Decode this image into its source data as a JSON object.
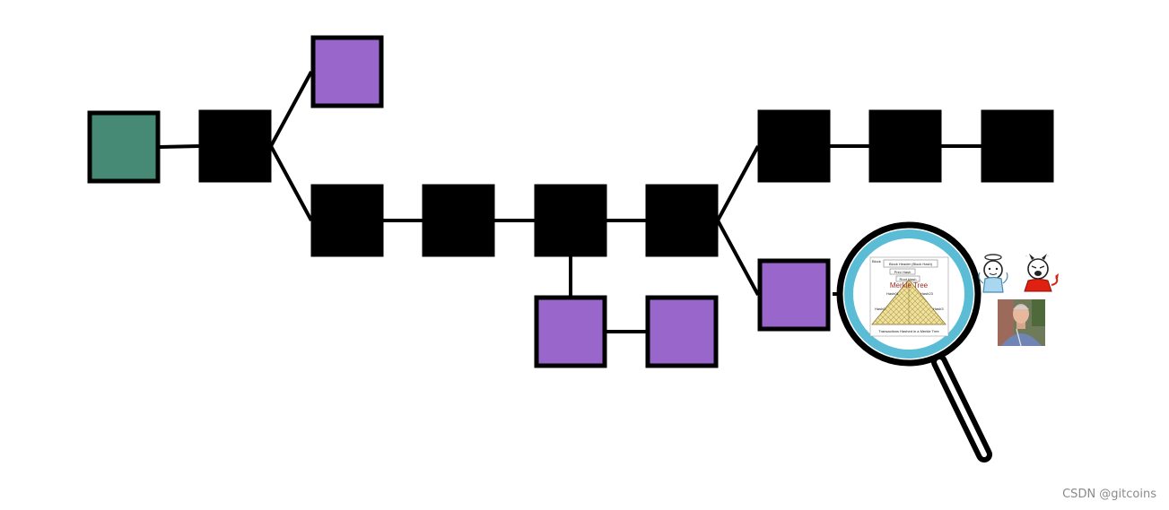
{
  "colors": {
    "genesis": "#468a75",
    "main_block": "#000000",
    "orphan_block": "#9966cc",
    "edge": "#000000",
    "magnifier_ring": "#5bbcd6",
    "magnifier_rim": "#000000",
    "pyramid_fill": "#eee2a0",
    "merkle_text": "#9a2a20",
    "caption_text": "#222222",
    "watermark": "#8a8a8a"
  },
  "diagram": {
    "blocks": [
      {
        "id": "genesis",
        "kind": "genesis"
      },
      {
        "id": "b1",
        "kind": "main"
      },
      {
        "id": "fork1",
        "kind": "orphan"
      },
      {
        "id": "b2",
        "kind": "main"
      },
      {
        "id": "b3",
        "kind": "main"
      },
      {
        "id": "b4",
        "kind": "main"
      },
      {
        "id": "b5",
        "kind": "main"
      },
      {
        "id": "fork2a",
        "kind": "orphan"
      },
      {
        "id": "fork2b",
        "kind": "orphan"
      },
      {
        "id": "t1",
        "kind": "main"
      },
      {
        "id": "t2",
        "kind": "main"
      },
      {
        "id": "t3",
        "kind": "main"
      },
      {
        "id": "inspected",
        "kind": "orphan"
      }
    ],
    "edges": [
      [
        "genesis",
        "b1"
      ],
      [
        "b1",
        "fork1"
      ],
      [
        "b1",
        "b2"
      ],
      [
        "b2",
        "b3"
      ],
      [
        "b3",
        "b4"
      ],
      [
        "b4",
        "b5"
      ],
      [
        "b4",
        "fork2a"
      ],
      [
        "fork2a",
        "fork2b"
      ],
      [
        "b5",
        "t1"
      ],
      [
        "t1",
        "t2"
      ],
      [
        "t2",
        "t3"
      ],
      [
        "b5",
        "inspected"
      ]
    ]
  },
  "inset": {
    "block_label": "Block",
    "header_label": "Block Header (Block Hash)",
    "prev_hash": "Prev Hash",
    "root_hash": "Root Hash",
    "hash01": "Hash01",
    "hash23": "Hash23",
    "hash0": "Hash0",
    "hash3": "Hash3",
    "merkle_label": "Merkle Tree",
    "caption": "Transactions Hashed in a Merkle Tree"
  },
  "side_images": {
    "angel": "angel-baby-icon",
    "devil": "devil-baby-icon",
    "portrait": "person-portrait"
  },
  "watermark": "CSDN @gitcoins"
}
